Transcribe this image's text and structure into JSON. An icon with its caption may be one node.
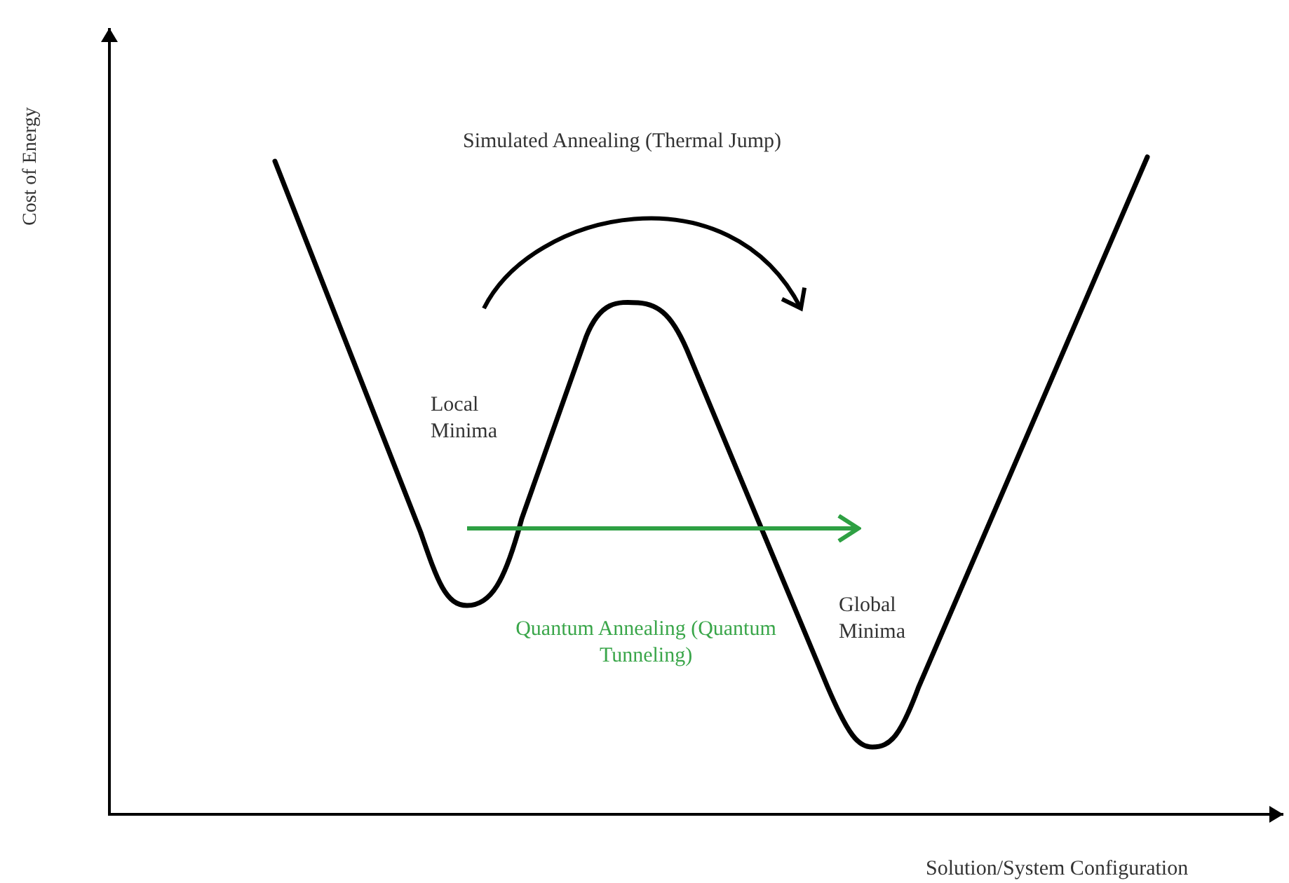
{
  "diagram": {
    "labels": [
      "Cost of Energy",
      "Simulated Annealing (Thermal Jump)",
      "Local Minima",
      "Quantum Annealing (Quantum Tunneling)",
      "Global Minima",
      "Solution/System Configuration"
    ]
  }
}
